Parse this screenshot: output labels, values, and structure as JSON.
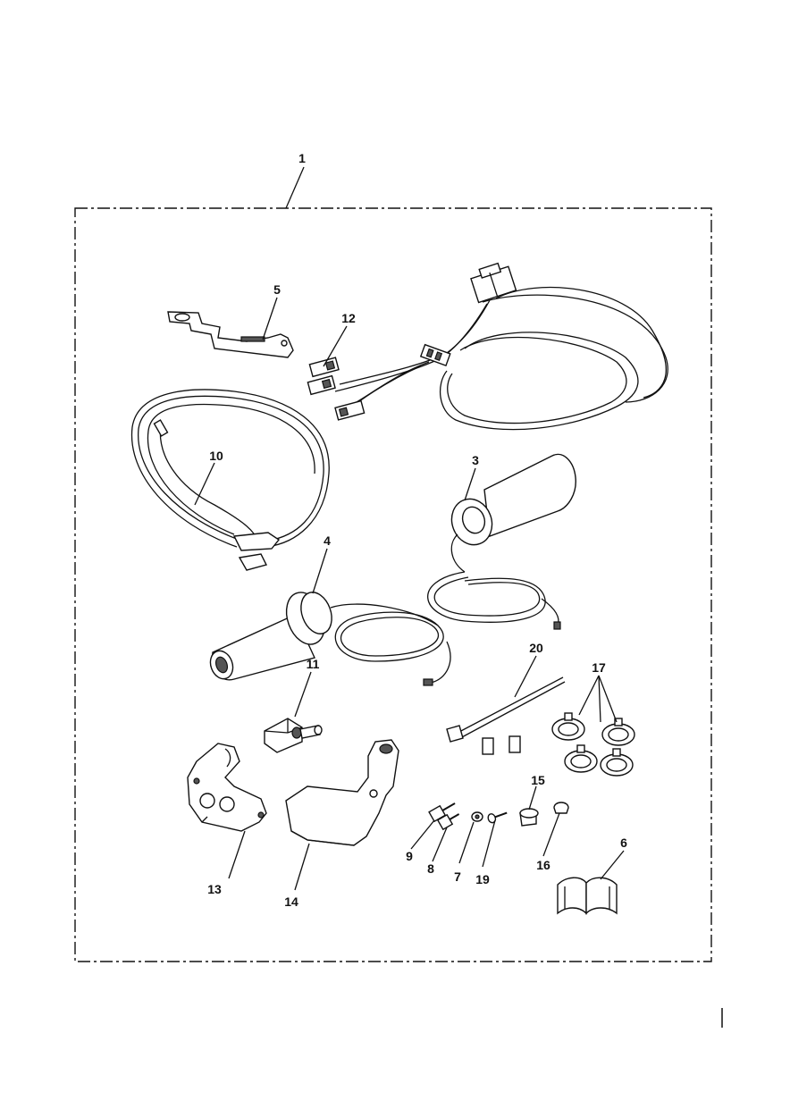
{
  "callouts": {
    "c1": "1",
    "c3": "3",
    "c4": "4",
    "c5": "5",
    "c6": "6",
    "c7": "7",
    "c8": "8",
    "c9": "9",
    "c10": "10",
    "c11": "11",
    "c12": "12",
    "c13": "13",
    "c14": "14",
    "c15": "15",
    "c16": "16",
    "c17": "17",
    "c19": "19",
    "c20": "20"
  }
}
